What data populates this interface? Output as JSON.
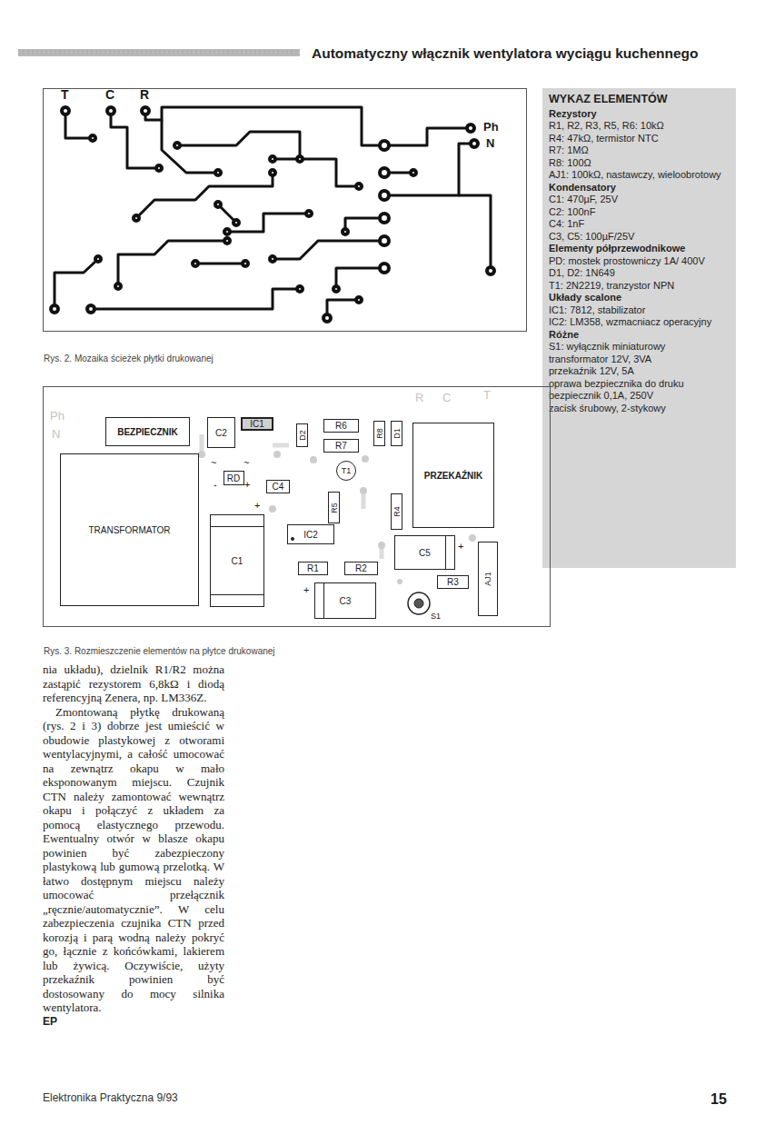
{
  "diagram": {
    "title": "Automatyczny włącznik wentylatora wyciągu kuchennego",
    "nodes": [
      {
        "text": [
          "Rys. 2. Mozaika ścieżek płytki drukowanej"
        ]
      },
      {
        "text": [
          "WYKAZ ELEMENTÓW",
          "Rezystory",
          "R1, R2, R3, R5, R6: 10kΩ",
          "R4: 47kΩ, termistor NTC",
          "R7: 1MΩ",
          "R8: 100Ω",
          "AJ1: 100kΩ, nastawczy, wieloobrotowy",
          "Kondensatory",
          "C1: 470µF, 25V",
          "C2: 100nF",
          "C4: 1nF",
          "C3, C5: 100µF/25V",
          "Elementy półprzewodnikowe",
          "PD: mostek prostowniczy 1A/ 400V",
          "D1, D2: 1N649",
          "T1: 2N2219, tranzystor NPN",
          "Układy scalone",
          "IC1: 7812, stabilizator",
          "IC2: LM358, wzmacniacz operacyjny",
          "Różne",
          "S1: wyłącznik miniaturowy",
          "transformator 12V, 3VA",
          "przekaźnik 12V, 5A",
          "oprawa bezpiecznika do druku",
          "bezpiecznik 0,1A, 250V",
          "zacisk śrubowy, 2-stykowy"
        ]
      },
      {
        "text": [
          "Rys. 3. Rozmieszczenie elementów na płytce drukowanej"
        ]
      },
      {
        "text": [
          "BEZPIECZNIK"
        ],
        "in": 2
      },
      {
        "text": [
          "C2"
        ],
        "in": 2
      },
      {
        "text": [
          "IC1"
        ],
        "in": 2
      },
      {
        "text": [
          "D2"
        ],
        "in": 2
      },
      {
        "text": [
          "R6"
        ],
        "in": 2
      },
      {
        "text": [
          "R7"
        ],
        "in": 2
      },
      {
        "text": [
          "R8"
        ],
        "in": 2
      },
      {
        "text": [
          "D1"
        ],
        "in": 2
      },
      {
        "text": [
          "PRZEKAŹNIK"
        ],
        "in": 2
      },
      {
        "text": [
          "TRANSFORMATOR"
        ],
        "in": 2
      },
      {
        "text": [
          "RD"
        ],
        "in": 2
      },
      {
        "text": [
          "C4"
        ],
        "in": 2
      },
      {
        "text": [
          "T1"
        ],
        "in": 2
      },
      {
        "text": [
          "R5"
        ],
        "in": 2
      },
      {
        "text": [
          "R4"
        ],
        "in": 2
      },
      {
        "text": [
          "C1"
        ],
        "in": 2
      },
      {
        "text": [
          "IC2"
        ],
        "in": 2
      },
      {
        "text": [
          "C5"
        ],
        "in": 2
      },
      {
        "text": [
          "R1"
        ],
        "in": 2
      },
      {
        "text": [
          "R2"
        ],
        "in": 2
      },
      {
        "text": [
          "R3"
        ],
        "in": 2
      },
      {
        "text": [
          "AJ1"
        ],
        "in": 2
      },
      {
        "text": [
          "C3"
        ],
        "in": 2
      },
      {
        "text": [
          "S1"
        ],
        "in": 2
      }
    ],
    "labels": [
      "T",
      "C",
      "R",
      "Ph",
      "N",
      "~",
      "~",
      "-",
      "+",
      "+",
      "+",
      "+",
      "T",
      "C",
      "R",
      "Ph",
      "N",
      "nia układu), dzielnik R1/R2 można zastąpić rezystorem 6,8kΩ i diodą referencyjną Zenera, np. LM336Z.",
      "Zmontowaną płytkę drukowaną (rys. 2 i 3) dobrze jest umieścić w obudowie plastykowej z otworami wentylacyjnymi, a całość umocować na zewnątrz okapu w mało eksponowanym miejscu. Czujnik CTN należy zamontować wewnątrz okapu i połączyć z układem za pomocą elastycznego przewodu. Ewentualny otwór w blasze okapu powinien być zabezpieczony plastykową lub gumową przelotką. W łatwo dostępnym miejscu należy umocować przełącznik „ręcznie/automatycznie”. W celu zabezpieczenia czujnika CTN przed korozją i parą wodną należy pokryć go, łącznie z końcówkami, lakierem lub żywicą. Oczywiście, użyty przekaźnik powinien być dostosowany do mocy silnika wentylatora.",
      "EP",
      "Elektronika Praktyczna 9/93",
      "15"
    ]
  }
}
